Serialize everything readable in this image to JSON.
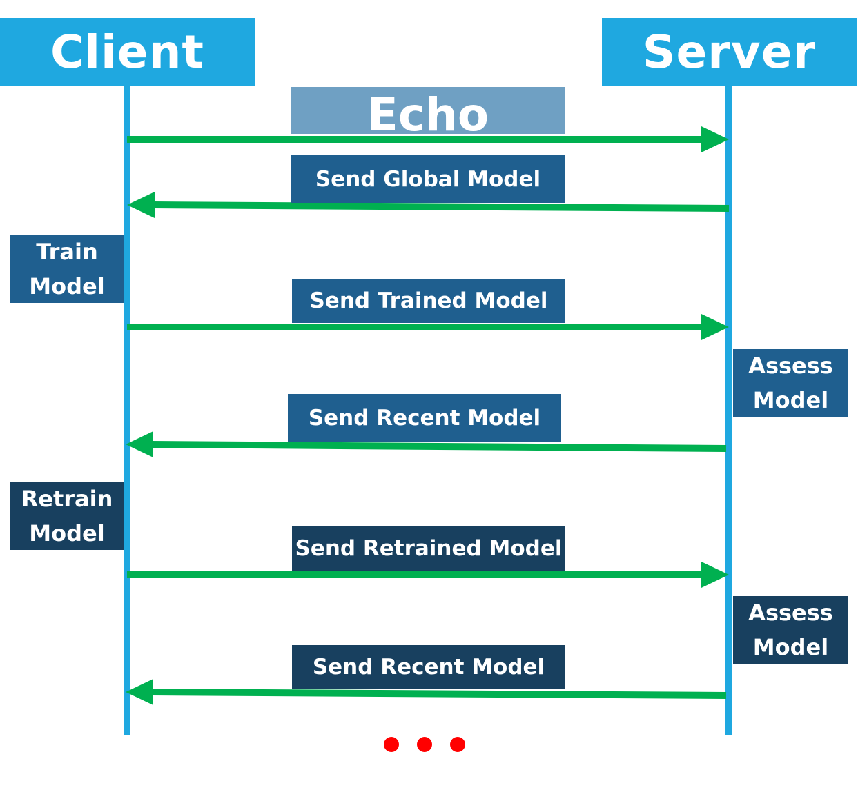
{
  "actors": {
    "client": "Client",
    "server": "Server"
  },
  "echo_label": "Echo",
  "messages": [
    {
      "label": "Send Global Model"
    },
    {
      "label": "Send Trained Model"
    },
    {
      "label": "Send Recent Model"
    },
    {
      "label": "Send Retrained Model"
    },
    {
      "label": "Send Recent Model"
    }
  ],
  "client_actions": [
    {
      "line1": "Train",
      "line2": "Model"
    },
    {
      "line1": "Retrain",
      "line2": "Model"
    }
  ],
  "server_actions": [
    {
      "line1": "Assess",
      "line2": "Model"
    },
    {
      "line1": "Assess",
      "line2": "Model"
    }
  ],
  "colors": {
    "actor": "#1fa8e0",
    "arrow": "#00b050",
    "echo_box": "#6fa0c3",
    "label_box": "#1f5f8f",
    "label_box_dark": "#18405f",
    "continuation_dots": "#ff0000"
  },
  "continuation_icon": "ellipsis-dots"
}
